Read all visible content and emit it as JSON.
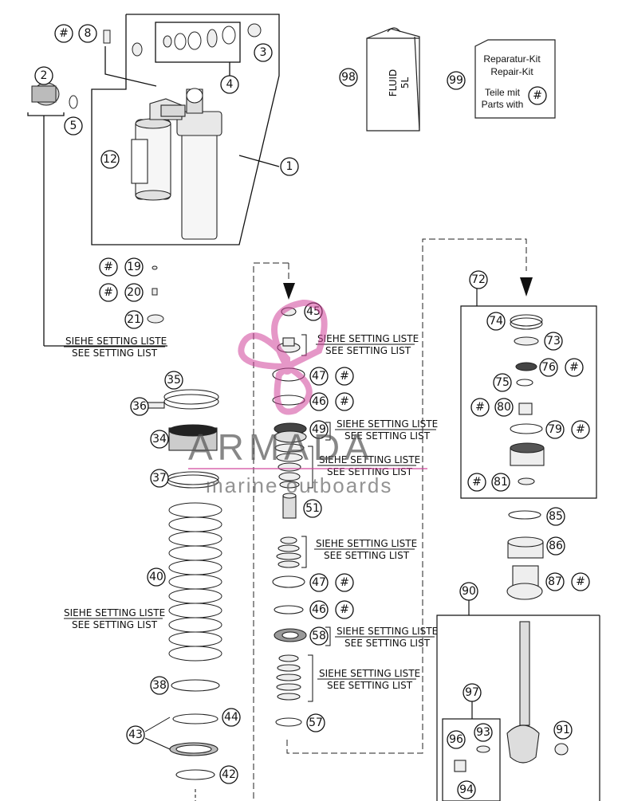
{
  "diagram": {
    "setting_label": {
      "line1": "SIEHE SETTING LISTE",
      "line2": "SEE SETTING LIST"
    },
    "hash_symbol": "#",
    "fluid_can": {
      "line1": "FLUID",
      "line2": "5L"
    },
    "repair_kit": {
      "line1": "Reparatur-Kit",
      "line2": "Repair-Kit",
      "line3": "Teile mit",
      "line4": "Parts with"
    },
    "callouts": {
      "c1": "1",
      "c2": "2",
      "c3": "3",
      "c4": "4",
      "c5": "5",
      "c8": "8",
      "c12": "12",
      "c19": "19",
      "c20": "20",
      "c21": "21",
      "c34": "34",
      "c35": "35",
      "c36": "36",
      "c37": "37",
      "c38": "38",
      "c40": "40",
      "c42": "42",
      "c43": "43",
      "c44": "44",
      "c45": "45",
      "c46a": "46",
      "c46b": "46",
      "c47a": "47",
      "c47b": "47",
      "c49": "49",
      "c51": "51",
      "c57": "57",
      "c58": "58",
      "c72": "72",
      "c73": "73",
      "c74": "74",
      "c75": "75",
      "c76": "76",
      "c79": "79",
      "c80": "80",
      "c81": "81",
      "c85": "85",
      "c86": "86",
      "c87": "87",
      "c90": "90",
      "c91": "91",
      "c93": "93",
      "c94": "94",
      "c96": "96",
      "c97": "97",
      "c98": "98",
      "c99": "99"
    },
    "watermark": {
      "brand": "ARMADA",
      "tagline": "marine outboards"
    }
  }
}
